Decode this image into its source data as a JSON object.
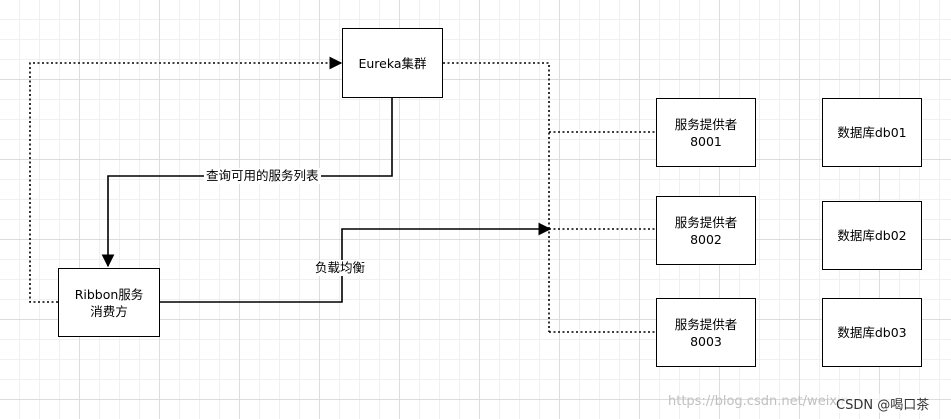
{
  "nodes": {
    "eureka": "Eureka集群",
    "ribbon": "Ribbon服务\n消费方",
    "provider_8001": "服务提供者\n8001",
    "provider_8002": "服务提供者\n8002",
    "provider_8003": "服务提供者\n8003",
    "db01": "数据库db01",
    "db02": "数据库db02",
    "db03": "数据库db03"
  },
  "edge_labels": {
    "query_services": "查询可用的服务列表",
    "load_balance": "负载均衡"
  },
  "watermark": {
    "url": "https://blog.csdn.net/weixin_",
    "credit": "CSDN @喝口茶"
  },
  "colors": {
    "line": "#000000",
    "box_border": "#000000",
    "grid": "#dcdcdc",
    "watermark_url": "#c0c0c0",
    "watermark_credit": "#333333"
  }
}
